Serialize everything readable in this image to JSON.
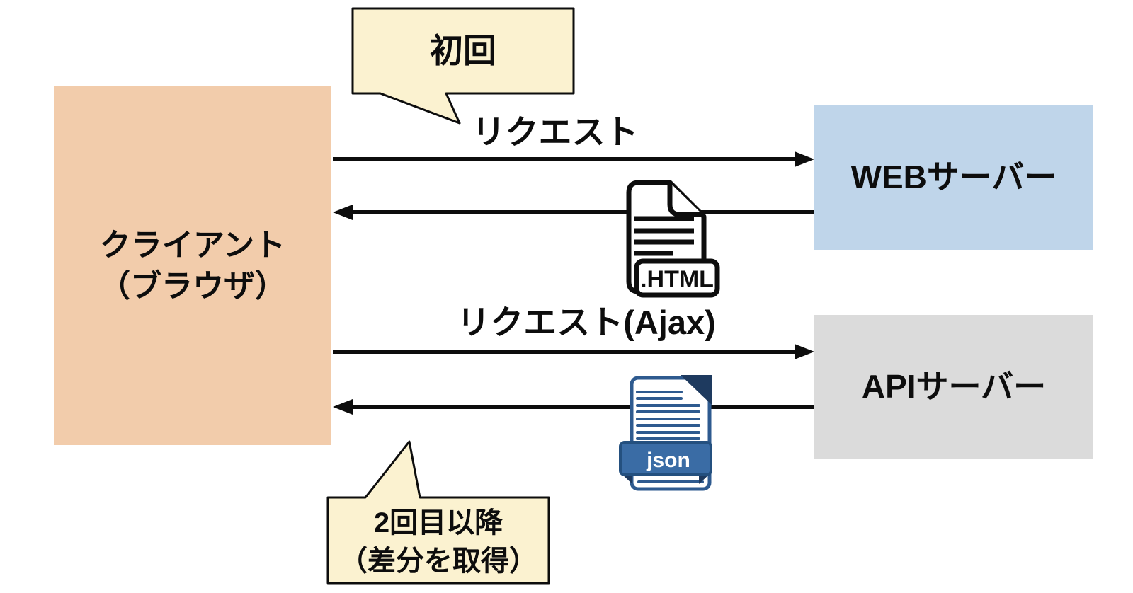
{
  "colors": {
    "client_box": "#F2CCAB",
    "web_server_box": "#BFD5EA",
    "api_server_box": "#DBDBDB",
    "callout_fill": "#FBF2D0",
    "ink": "#0D0D0D",
    "json_blue": "#2E5A8F",
    "json_fold_dark": "#1E3A5F",
    "json_banner": "#3A6CA5"
  },
  "nodes": {
    "client": {
      "line1": "クライアント",
      "line2": "（ブラウザ）"
    },
    "web_server": {
      "label": "WEBサーバー"
    },
    "api_server": {
      "label": "APIサーバー"
    }
  },
  "callouts": {
    "first_visit": {
      "label": "初回"
    },
    "repeat_visit": {
      "line1": "2回目以降",
      "line2": "（差分を取得）"
    }
  },
  "flows": {
    "web_request": {
      "label": "リクエスト"
    },
    "web_response": {
      "file_label": ".HTML"
    },
    "api_request": {
      "label": "リクエスト(Ajax)"
    },
    "api_response": {
      "file_label": "json"
    }
  }
}
